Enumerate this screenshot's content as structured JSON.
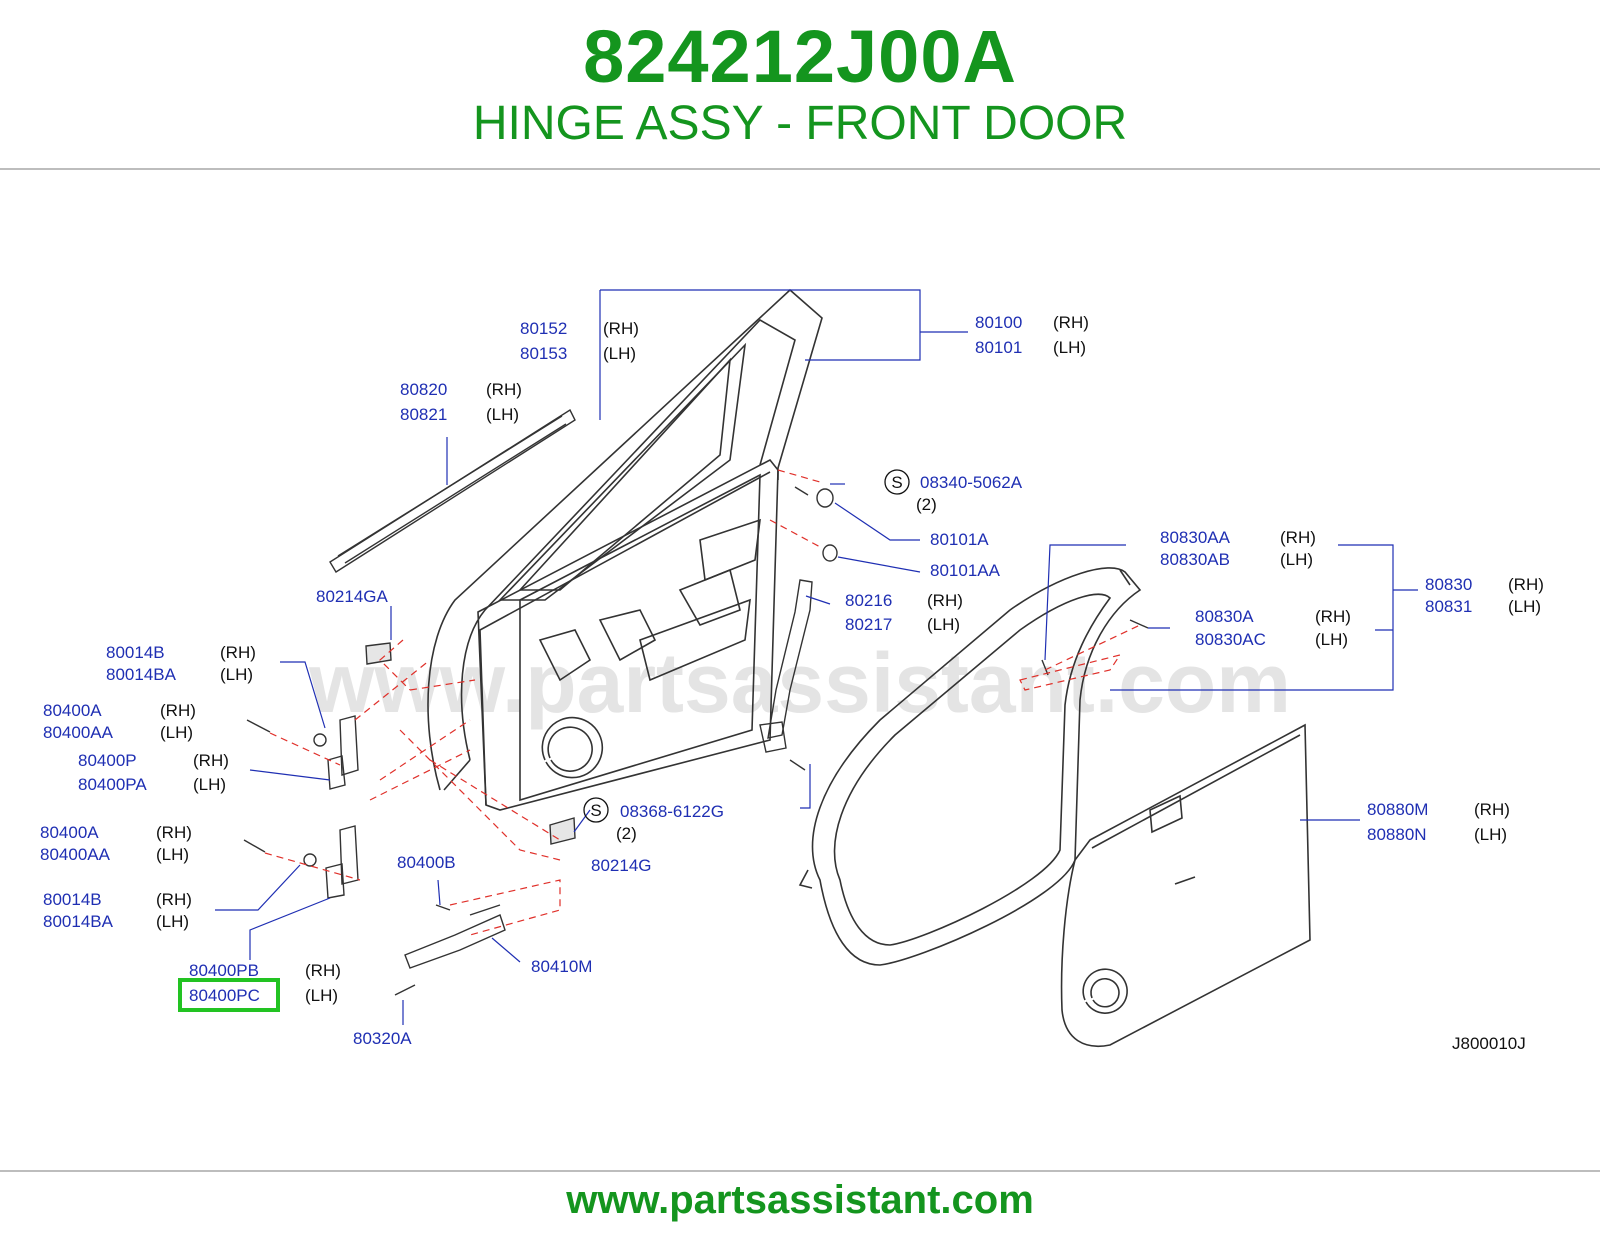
{
  "header": {
    "part_number": "824212J00A",
    "part_name": "HINGE ASSY - FRONT DOOR"
  },
  "diagram": {
    "watermark": "www.partsassistant.com",
    "diagram_code": "J800010J",
    "highlighted_part": "80400PC",
    "colors": {
      "brand_green": "#14951e",
      "part_link_blue": "#1f2fb3",
      "highlight_green": "#22c322",
      "leader_red": "#e0302a"
    },
    "labels": [
      {
        "part": "80152",
        "side": "(RH)"
      },
      {
        "part": "80153",
        "side": "(LH)"
      },
      {
        "part": "80100",
        "side": "(RH)"
      },
      {
        "part": "80101",
        "side": "(LH)"
      },
      {
        "part": "80820",
        "side": "(RH)"
      },
      {
        "part": "80821",
        "side": "(LH)"
      },
      {
        "part": "08340-5062A",
        "side": "(2)"
      },
      {
        "part": "80101A",
        "side": ""
      },
      {
        "part": "80101AA",
        "side": ""
      },
      {
        "part": "80830AA",
        "side": "(RH)"
      },
      {
        "part": "80830AB",
        "side": "(LH)"
      },
      {
        "part": "80830",
        "side": "(RH)"
      },
      {
        "part": "80831",
        "side": "(LH)"
      },
      {
        "part": "80830A",
        "side": "(RH)"
      },
      {
        "part": "80830AC",
        "side": "(LH)"
      },
      {
        "part": "80214GA",
        "side": ""
      },
      {
        "part": "80216",
        "side": "(RH)"
      },
      {
        "part": "80217",
        "side": "(LH)"
      },
      {
        "part": "80014B",
        "side": "(RH)"
      },
      {
        "part": "80014BA",
        "side": "(LH)"
      },
      {
        "part": "80400A",
        "side": "(RH)"
      },
      {
        "part": "80400AA",
        "side": "(LH)"
      },
      {
        "part": "80400P",
        "side": "(RH)"
      },
      {
        "part": "80400PA",
        "side": "(LH)"
      },
      {
        "part": "08368-6122G",
        "side": "(2)"
      },
      {
        "part": "80880M",
        "side": "(RH)"
      },
      {
        "part": "80880N",
        "side": "(LH)"
      },
      {
        "part": "80400A",
        "side": "(RH)"
      },
      {
        "part": "80400AA",
        "side": "(LH)"
      },
      {
        "part": "80214G",
        "side": ""
      },
      {
        "part": "80400B",
        "side": ""
      },
      {
        "part": "80014B",
        "side": "(RH)"
      },
      {
        "part": "80014BA",
        "side": "(LH)"
      },
      {
        "part": "80410M",
        "side": ""
      },
      {
        "part": "80400PB",
        "side": "(RH)"
      },
      {
        "part": "80400PC",
        "side": "(LH)"
      },
      {
        "part": "80320A",
        "side": ""
      }
    ]
  },
  "footer": {
    "url": "www.partsassistant.com"
  }
}
